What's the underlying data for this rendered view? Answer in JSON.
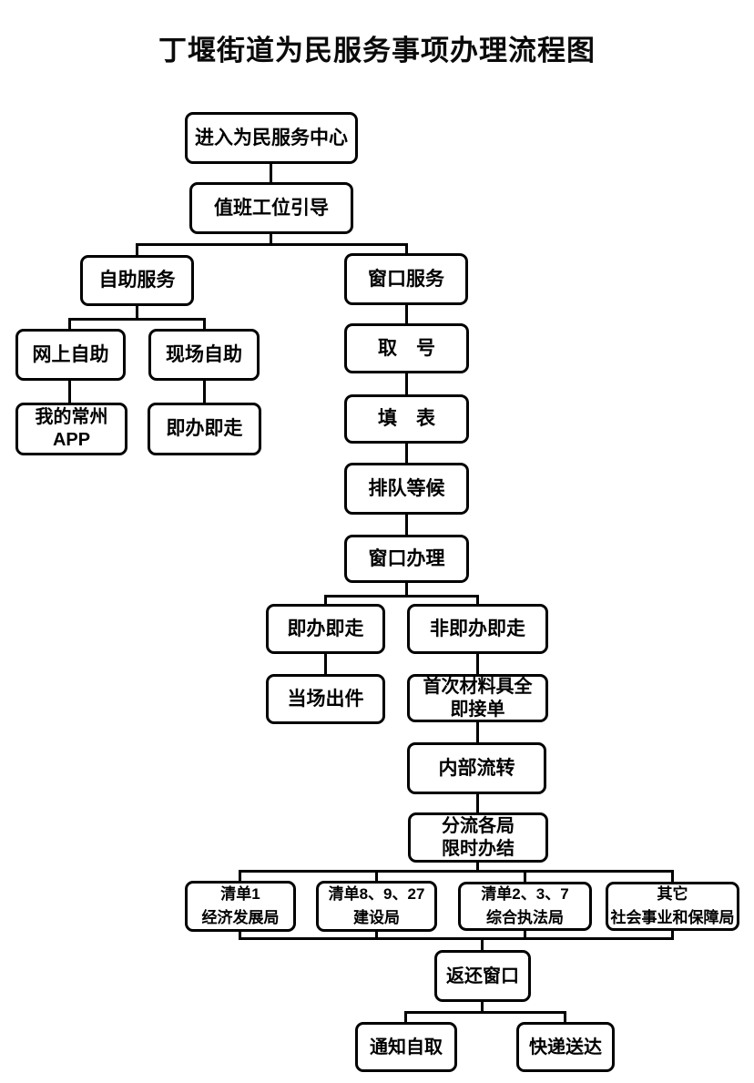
{
  "title": "丁堰街道为民服务事项办理流程图",
  "colors": {
    "ink": "#000000",
    "background": "#ffffff"
  },
  "nodes": {
    "enter": {
      "label": "进入为民服务中心"
    },
    "duty_guide": {
      "label": "值班工位引导"
    },
    "self_service": {
      "label": "自助服务"
    },
    "window_service": {
      "label": "窗口服务"
    },
    "online_self": {
      "label": "网上自助"
    },
    "onsite_self": {
      "label": "现场自助"
    },
    "my_changzhou_app": {
      "line1": "我的常州",
      "line2": "APP"
    },
    "instant_walk_self": {
      "label": "即办即走"
    },
    "take_number": {
      "label": "取　号"
    },
    "fill_form": {
      "label": "填　表"
    },
    "queue_wait": {
      "label": "排队等候"
    },
    "window_handle": {
      "label": "窗口办理"
    },
    "instant_walk": {
      "label": "即办即走"
    },
    "non_instant": {
      "label": "非即办即走"
    },
    "onsite_issue": {
      "label": "当场出件"
    },
    "first_material_accept": {
      "line1": "首次材料具全",
      "line2": "即接单"
    },
    "internal_flow": {
      "label": "内部流转"
    },
    "dispatch_bureaus": {
      "line1": "分流各局",
      "line2": "限时办结"
    },
    "list1_economic": {
      "line1": "清单1",
      "line2": "经济发展局"
    },
    "list8_construction": {
      "line1": "清单8、9、27",
      "line2": "建设局"
    },
    "list2_enforcement": {
      "line1": "清单2、3、7",
      "line2": "综合执法局"
    },
    "other_social": {
      "line1": "其它",
      "line2": "社会事业和保障局"
    },
    "return_window": {
      "label": "返还窗口"
    },
    "notify_pickup": {
      "label": "通知自取"
    },
    "express_delivery": {
      "label": "快递送达"
    }
  },
  "edges": [
    [
      "enter",
      "duty_guide"
    ],
    [
      "duty_guide",
      "self_service"
    ],
    [
      "duty_guide",
      "window_service"
    ],
    [
      "self_service",
      "online_self"
    ],
    [
      "self_service",
      "onsite_self"
    ],
    [
      "online_self",
      "my_changzhou_app"
    ],
    [
      "onsite_self",
      "instant_walk_self"
    ],
    [
      "window_service",
      "take_number"
    ],
    [
      "take_number",
      "fill_form"
    ],
    [
      "fill_form",
      "queue_wait"
    ],
    [
      "queue_wait",
      "window_handle"
    ],
    [
      "window_handle",
      "instant_walk"
    ],
    [
      "window_handle",
      "non_instant"
    ],
    [
      "instant_walk",
      "onsite_issue"
    ],
    [
      "non_instant",
      "first_material_accept"
    ],
    [
      "first_material_accept",
      "internal_flow"
    ],
    [
      "internal_flow",
      "dispatch_bureaus"
    ],
    [
      "dispatch_bureaus",
      "list1_economic"
    ],
    [
      "dispatch_bureaus",
      "list8_construction"
    ],
    [
      "dispatch_bureaus",
      "list2_enforcement"
    ],
    [
      "dispatch_bureaus",
      "other_social"
    ],
    [
      "list1_economic",
      "return_window"
    ],
    [
      "list8_construction",
      "return_window"
    ],
    [
      "list2_enforcement",
      "return_window"
    ],
    [
      "other_social",
      "return_window"
    ],
    [
      "return_window",
      "notify_pickup"
    ],
    [
      "return_window",
      "express_delivery"
    ]
  ]
}
